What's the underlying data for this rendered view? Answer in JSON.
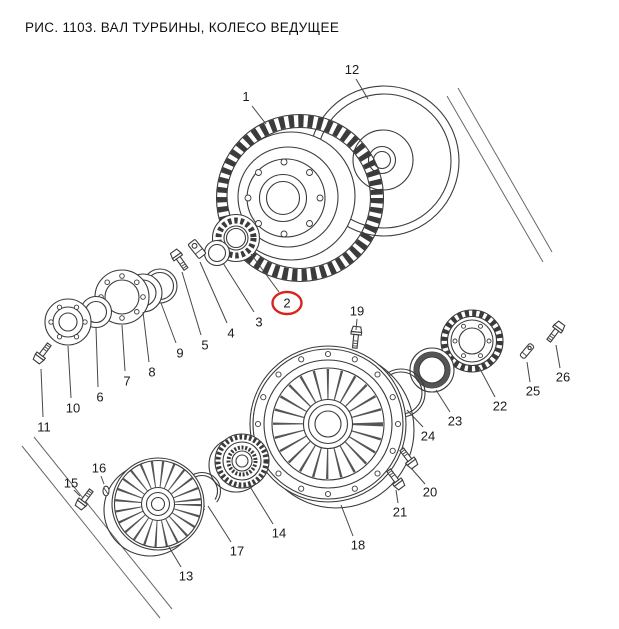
{
  "title": "РИС. 1103. ВАЛ ТУРБИНЫ, КОЛЕСО ВЕДУЩЕЕ",
  "highlighted_callout": "2",
  "colors": {
    "highlight": "#d8251c",
    "line": "#3b3b3b",
    "text": "#1b1b1b",
    "background": "#ffffff"
  },
  "callouts": {
    "c1": "1",
    "c2": "2",
    "c3": "3",
    "c4": "4",
    "c5": "5",
    "c6": "6",
    "c7": "7",
    "c8": "8",
    "c9": "9",
    "c10": "10",
    "c11": "11",
    "c12": "12",
    "c13": "13",
    "c14": "14",
    "c15": "15",
    "c16": "16",
    "c17": "17",
    "c18": "18",
    "c19": "19",
    "c20": "20",
    "c21": "21",
    "c22": "22",
    "c23": "23",
    "c24": "24",
    "c25": "25",
    "c26": "26"
  }
}
